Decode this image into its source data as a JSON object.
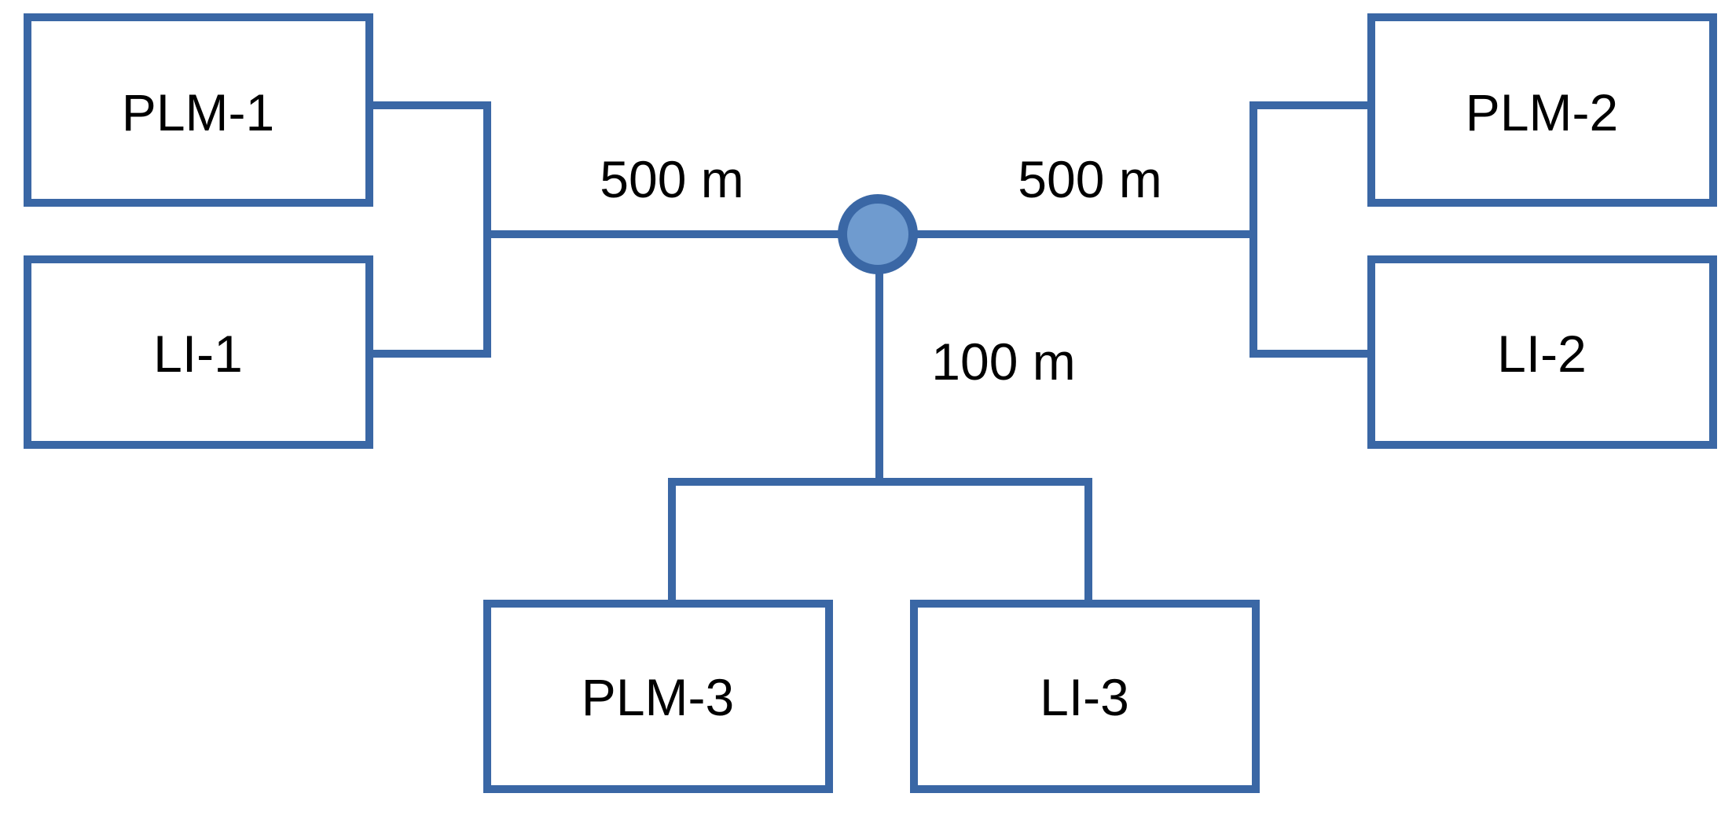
{
  "colors": {
    "line": "#3a67a5",
    "hub_fill": "#6f9bcf"
  },
  "nodes": {
    "plm1": "PLM-1",
    "li1": "LI-1",
    "plm2": "PLM-2",
    "li2": "LI-2",
    "plm3": "PLM-3",
    "li3": "LI-3"
  },
  "links": {
    "left": "500 m",
    "right": "500 m",
    "bottom": "100 m"
  }
}
